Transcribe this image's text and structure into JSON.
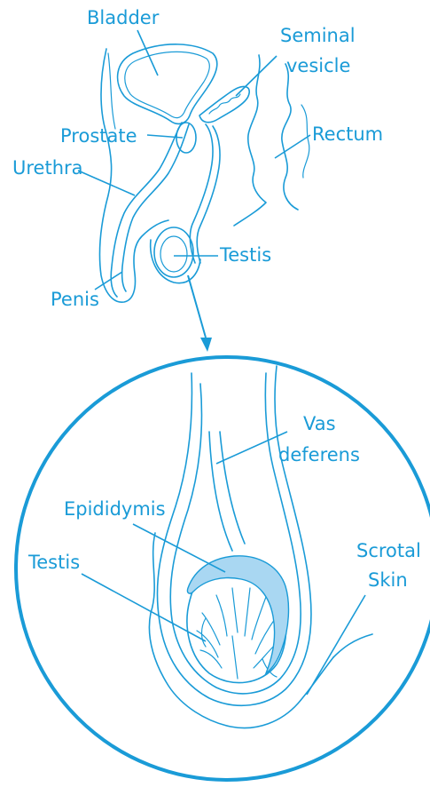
{
  "colors": {
    "line": "#1a9bd7",
    "label": "#1a9bd7",
    "epididymis_fill": "#a9d7f2",
    "background": "#ffffff"
  },
  "labels": {
    "bladder": "Bladder",
    "seminal_vesicle_1": "Seminal",
    "seminal_vesicle_2": "vesicle",
    "prostate": "Prostate",
    "rectum": "Rectum",
    "urethra": "Urethra",
    "testis_top": "Testis",
    "penis": "Penis",
    "vas_deferens_1": "Vas",
    "vas_deferens_2": "deferens",
    "epididymis": "Epididymis",
    "testis_detail": "Testis",
    "scrotal_skin_1": "Scrotal",
    "scrotal_skin_2": "Skin"
  }
}
